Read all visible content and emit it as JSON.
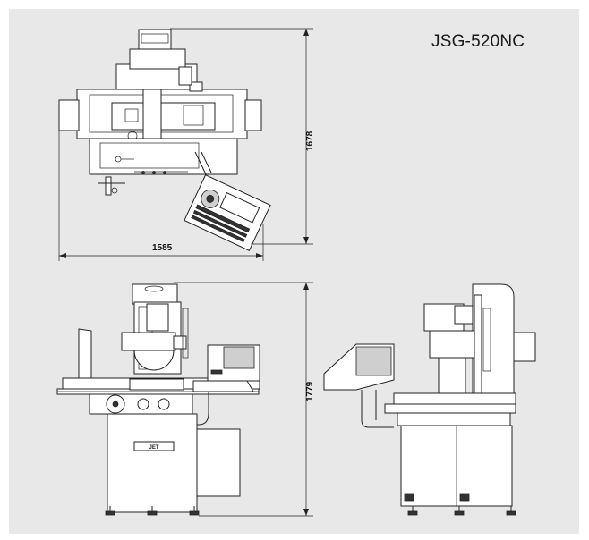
{
  "model_label": "JSG-520NC",
  "dimensions": {
    "top_view_width": "1585",
    "top_view_depth": "1678",
    "front_view_height": "1779"
  },
  "brand_plate": "JET",
  "colors": {
    "background": "#e8e8e8",
    "line": "#222222"
  }
}
